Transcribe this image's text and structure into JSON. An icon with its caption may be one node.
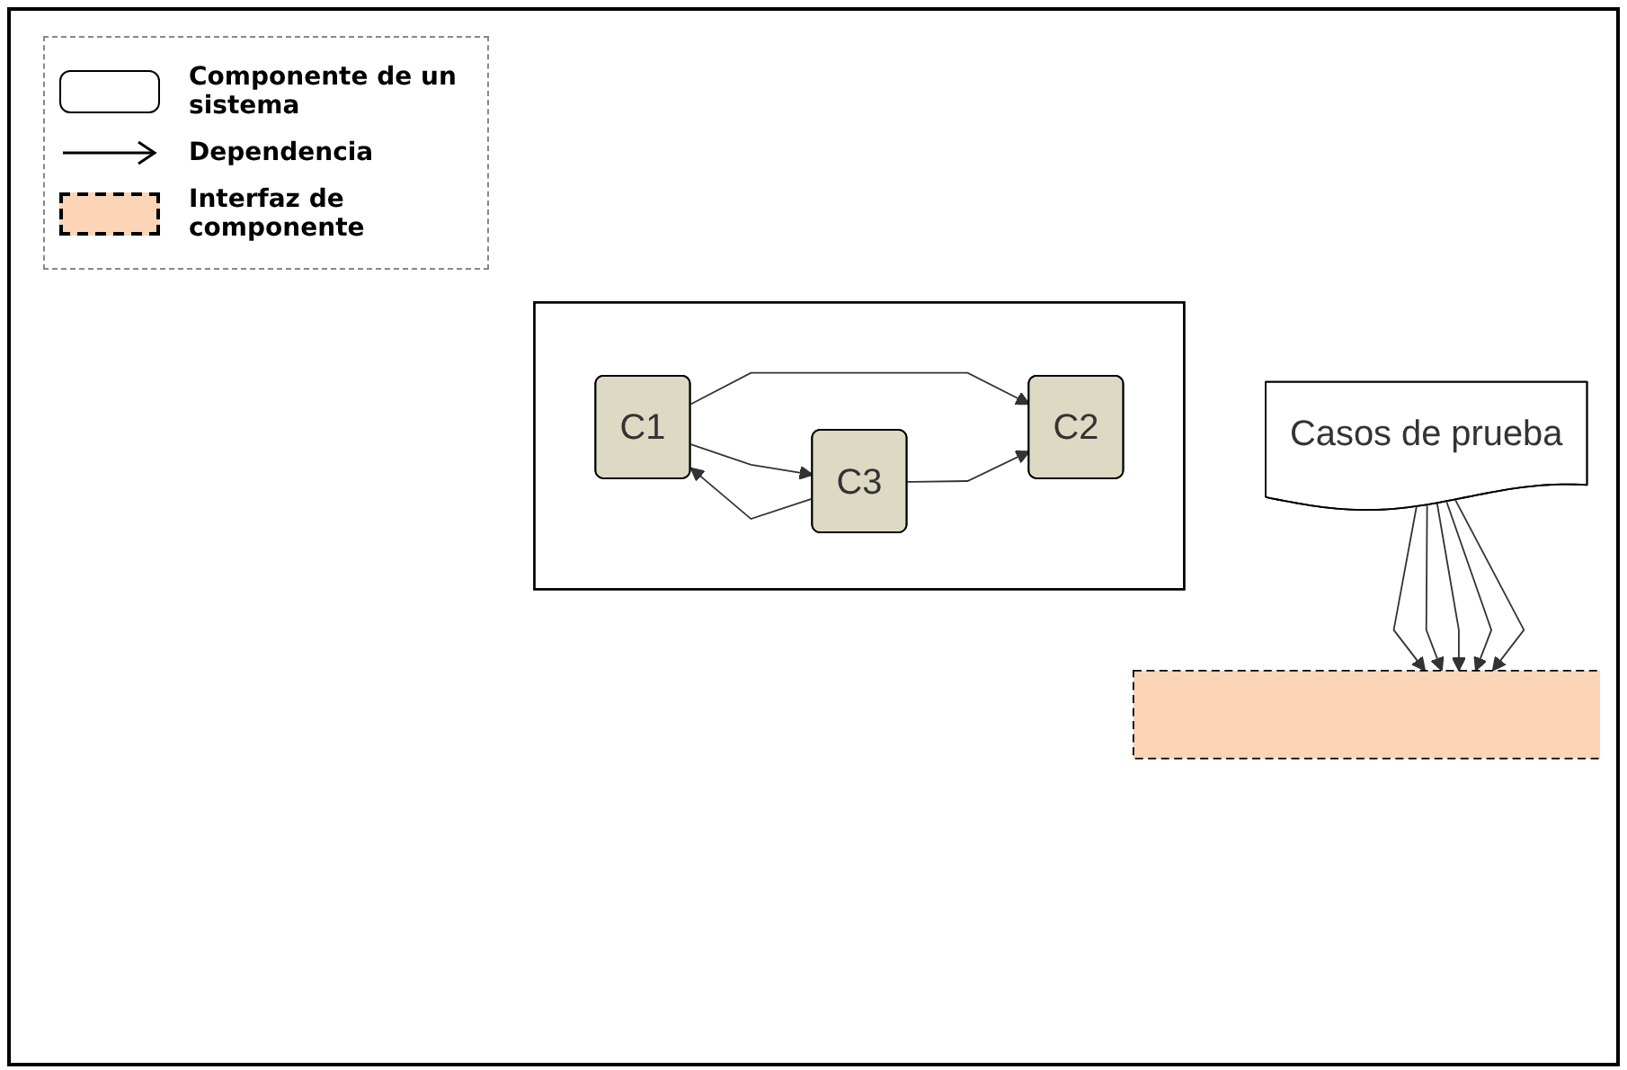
{
  "diagram": {
    "nodes": [
      {
        "text": [
          "Casos de prueba"
        ]
      },
      {
        "text": [],
        "shape": "bar"
      },
      {
        "text": [],
        "shape": "box"
      },
      {
        "text": [
          "C1"
        ],
        "in": 2
      },
      {
        "text": [
          "C2"
        ],
        "in": 2
      },
      {
        "text": [
          "C3"
        ],
        "in": 2
      }
    ],
    "edges": [
      {
        "from": 0,
        "to": 1,
        "arrow": "to"
      },
      {
        "from": 0,
        "to": 1,
        "arrow": "to"
      },
      {
        "from": 0,
        "to": 1,
        "arrow": "to"
      },
      {
        "from": 0,
        "to": 1,
        "arrow": "to"
      },
      {
        "from": 0,
        "to": 1,
        "arrow": "to"
      },
      {
        "from": 3,
        "to": 4,
        "arrow": "to"
      },
      {
        "from": 3,
        "to": 5,
        "arrow": "to"
      },
      {
        "from": 5,
        "to": 3,
        "arrow": "to"
      },
      {
        "from": 5,
        "to": 4,
        "arrow": "to"
      }
    ],
    "legend": [
      {
        "text": "Componente de un sistema"
      },
      {
        "text": "Dependencia"
      },
      {
        "text": "Interfaz de componente",
        "color": "#fbd5b5"
      }
    ]
  }
}
